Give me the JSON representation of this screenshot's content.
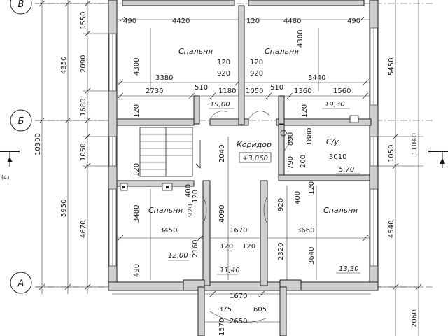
{
  "axes": {
    "v": "В",
    "b": "Б",
    "a": "А"
  },
  "rooms": {
    "bedroom_tl": "Спальня",
    "bedroom_tr": "Спальня",
    "bedroom_bl": "Спальня",
    "bedroom_br": "Спальня",
    "corridor": "Коридор",
    "wc": "С/у"
  },
  "levels": {
    "corridor": "+3,060"
  },
  "areas": {
    "a1": "19,00",
    "a2": "19,30",
    "a3": "5,70",
    "a4": "12,00",
    "a5": "11,40",
    "a6": "13,30"
  },
  "dims": {
    "d490a": "490",
    "d4420": "4420",
    "d120a": "120",
    "d4480": "4480",
    "d490b": "490",
    "d4300a": "4300",
    "d120b": "120",
    "d920a": "920",
    "d120c": "120",
    "d920b": "920",
    "d4300b": "4300",
    "d3380": "3380",
    "d3440": "3440",
    "d2730": "2730",
    "d510a": "510",
    "d1180": "1180",
    "d1050a": "1050",
    "d510b": "510",
    "d1360": "1360",
    "d1560": "1560",
    "d120d": "120",
    "d120e": "120",
    "d2040": "2040",
    "d890": "890",
    "d1880": "1880",
    "d3010": "3010",
    "d120f": "120",
    "d790": "790",
    "d200": "200",
    "d120g": "120",
    "d400a": "400",
    "d920c": "920",
    "d400b": "400",
    "d120h": "120",
    "d3480": "3480",
    "d920d": "920",
    "d4090": "4090",
    "d3450": "3450",
    "d1670a": "1670",
    "d3660": "3660",
    "d2160": "2160",
    "d120i": "120",
    "d120j": "120",
    "d2320": "2320",
    "d3640": "3640",
    "d490c": "490",
    "d1670b": "1670",
    "d375": "375",
    "d605": "605",
    "d2650": "2650",
    "d1570": "1570",
    "l1550": "1550",
    "l2090": "2090",
    "l1680": "1680",
    "l1050": "1050",
    "l4670": "4670",
    "l4350": "4350",
    "l5950": "5950",
    "l10300": "10300",
    "r5450": "5450",
    "r1050": "1050",
    "r4540": "4540",
    "r11040": "11040",
    "r2060": "2060"
  },
  "sections": {
    "left": "(4)"
  }
}
